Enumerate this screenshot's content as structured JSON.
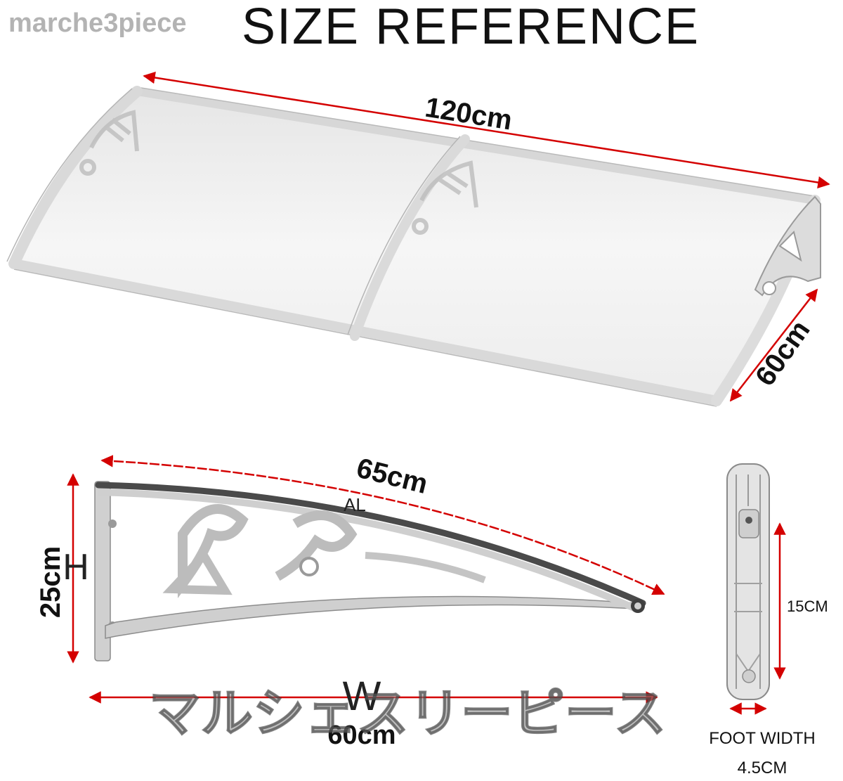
{
  "header": {
    "title": "SIZE REFERENCE",
    "shop_watermark": "marche3piece"
  },
  "canopy": {
    "length_label": "120cm",
    "depth_label": "60cm"
  },
  "bracket": {
    "arc_label": "65cm",
    "material_label": "AL",
    "height_letter": "H",
    "height_label": "25cm",
    "width_letter": "W",
    "width_label": "60cm"
  },
  "foot": {
    "height_label": "15CM",
    "width_title": "FOOT WIDTH",
    "width_label": "4.5CM"
  },
  "overlay": {
    "watermark_jp": "マルシェスリーピース"
  },
  "colors": {
    "arrow_red": "#d40000",
    "text_dark": "#111111",
    "bracket_gray": "#c8c8c8",
    "panel_fill": "#f3f3f3"
  }
}
